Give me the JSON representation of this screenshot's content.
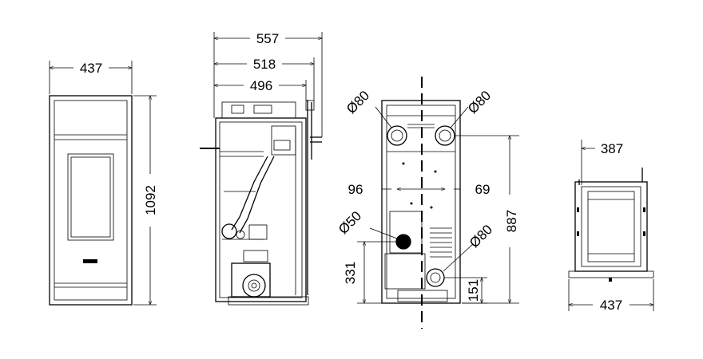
{
  "front_view": {
    "width_label": "437",
    "height_label": "1092"
  },
  "side_view": {
    "depth_total_label": "557",
    "depth_mid_label": "518",
    "depth_inner_label": "496"
  },
  "rear_view": {
    "flue_left_label": "Ø80",
    "flue_right_label": "Ø80",
    "offset_left_label": "96",
    "offset_right_label": "69",
    "air_inlet_label": "Ø50",
    "outlet_low_label": "Ø80",
    "height_total_label": "887",
    "air_inlet_height_label": "331",
    "outlet_low_height_label": "151"
  },
  "top_view": {
    "inner_width_label": "387",
    "outer_width_label": "437"
  }
}
